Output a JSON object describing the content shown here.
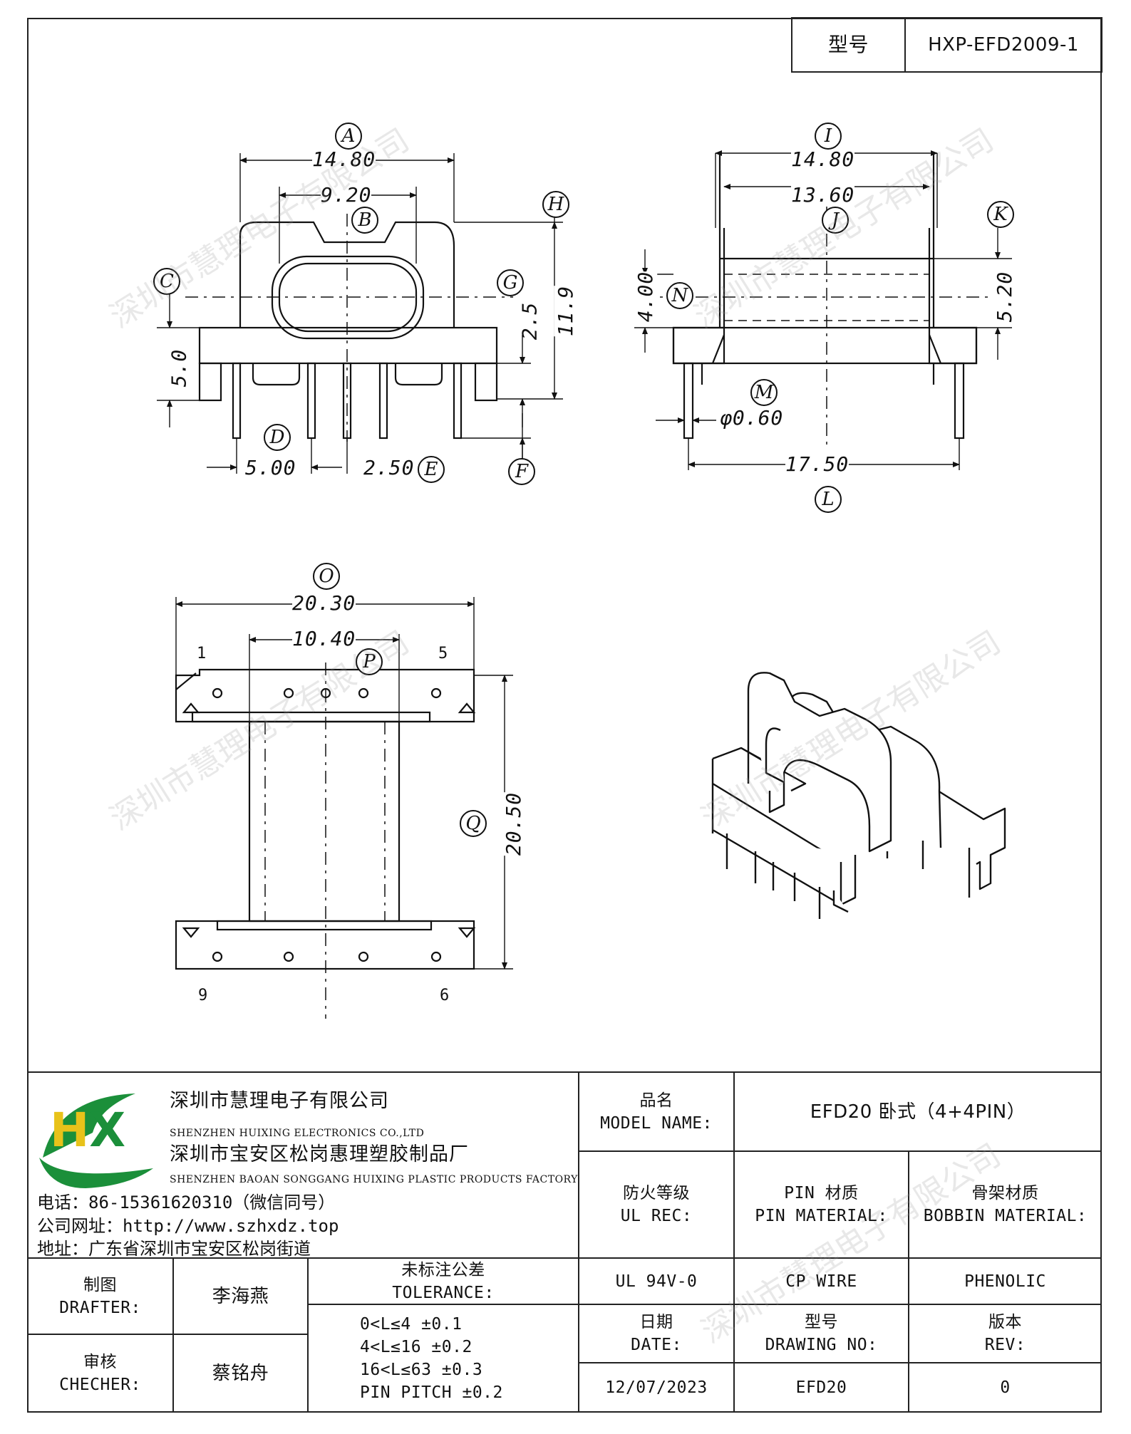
{
  "model_box": {
    "label": "型号",
    "value": "HXP-EFD2009-1"
  },
  "dimensions": {
    "front": {
      "A": "14.80",
      "B": "9.20",
      "C": "5.0",
      "D": "5.00",
      "E": "2.50",
      "G": "2.5",
      "H": "11.9"
    },
    "side": {
      "I": "14.80",
      "J": "13.60",
      "K": "5.20",
      "N": "4.00",
      "M": "φ0.60",
      "L": "17.50"
    },
    "bottom": {
      "O": "20.30",
      "P": "10.40",
      "Q": "20.50"
    }
  },
  "circle_labels": [
    "A",
    "B",
    "C",
    "D",
    "E",
    "F",
    "G",
    "H",
    "I",
    "J",
    "K",
    "L",
    "M",
    "N",
    "O",
    "P",
    "Q"
  ],
  "pin_numbers": {
    "p1": "1",
    "p5": "5",
    "p9": "9",
    "p6": "6"
  },
  "watermark": "深圳市慧理电子有限公司",
  "company": {
    "name_cn": "深圳市慧理电子有限公司",
    "name_en": "SHENZHEN HUIXING ELECTRONICS CO.,LTD",
    "factory_cn": "深圳市宝安区松岗惠理塑胶制品厂",
    "factory_en": "SHENZHEN BAOAN SONGGANG HUIXING PLASTIC PRODUCTS FACTORY",
    "phone": "电话：86-15361620310（微信同号）",
    "website": "公司网址：http://www.szhxdz.top",
    "address": "地址：广东省深圳市宝安区松岗街道"
  },
  "logo": {
    "text": "HX",
    "color_h": "#e8c21a",
    "color_x": "#1b8f3a"
  },
  "table": {
    "model_name_cn": "品名",
    "model_name_en": "MODEL NAME:",
    "model_name_value": "EFD20 卧式（4+4PIN）",
    "fire_cn": "防火等级",
    "fire_en": "UL REC:",
    "pin_material_cn": "PIN 材质",
    "pin_material_en": "PIN MATERIAL:",
    "bobbin_material_cn": "骨架材质",
    "bobbin_material_en": "BOBBIN MATERIAL:",
    "drafter_cn": "制图",
    "drafter_en": "DRAFTER:",
    "drafter_name": "李海燕",
    "tolerance_cn": "未标注公差",
    "tolerance_en": "TOLERANCE:",
    "ul_value": "UL 94V-0",
    "pin_value": "CP WIRE",
    "bobbin_value": "PHENOLIC",
    "checker_cn": "审核",
    "checker_en": "CHECHER:",
    "checker_name": "蔡铭舟",
    "tolerances": [
      "0<L≤4   ±0.1",
      "4<L≤16  ±0.2",
      "16<L≤63  ±0.3",
      "PIN PITCH ±0.2"
    ],
    "date_cn": "日期",
    "date_en": "DATE:",
    "drawing_cn": "型号",
    "drawing_en": "DRAWING NO:",
    "rev_cn": "版本",
    "rev_en": "REV:",
    "date_value": "12/07/2023",
    "drawing_value": "EFD20",
    "rev_value": "0"
  }
}
